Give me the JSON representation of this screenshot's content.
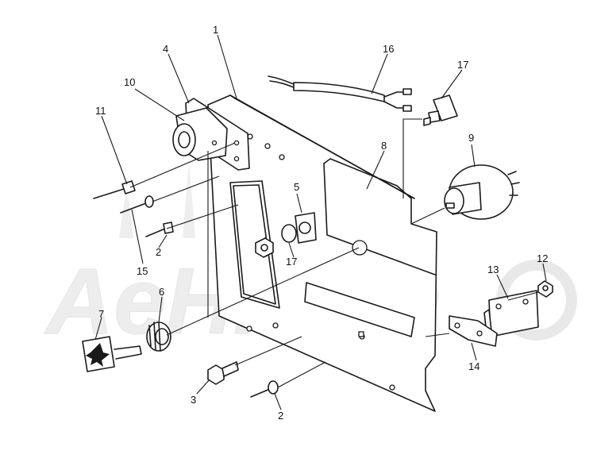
{
  "watermark": {
    "text": "AeHKom"
  },
  "callouts": [
    "1",
    "2",
    "2",
    "3",
    "4",
    "5",
    "6",
    "7",
    "8",
    "9",
    "10",
    "11",
    "12",
    "13",
    "14",
    "15",
    "16",
    "17",
    "17"
  ]
}
